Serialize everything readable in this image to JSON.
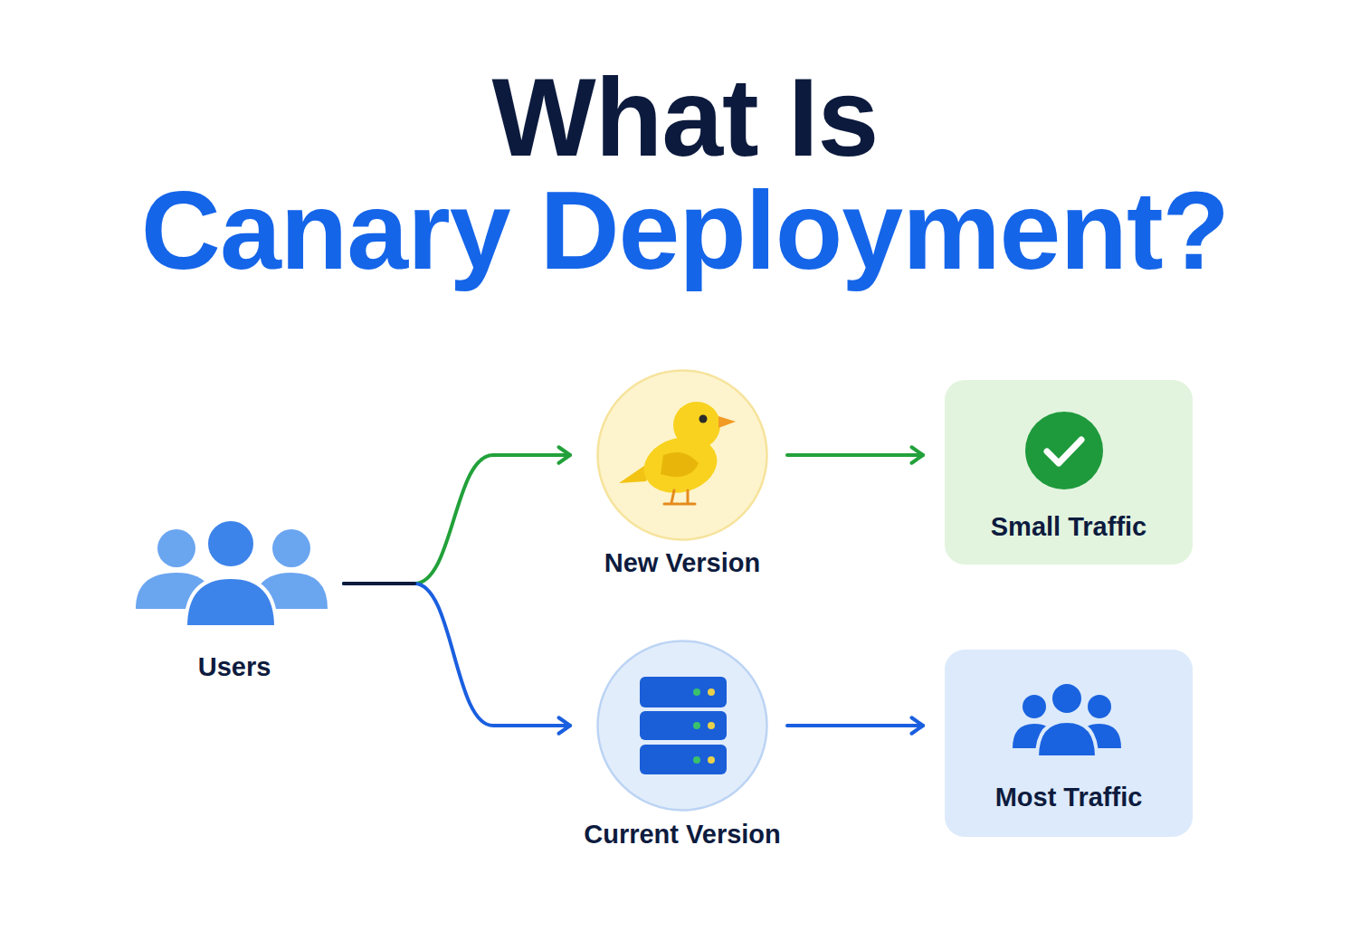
{
  "diagram": {
    "title": "What Is Canary Deployment?",
    "nodes": [
      {
        "text": [
          "Users"
        ]
      },
      {
        "text": [
          "New Version"
        ]
      },
      {
        "text": [
          "Small Traffic"
        ]
      },
      {
        "text": [
          "Current Version"
        ]
      },
      {
        "text": [
          "Most Traffic"
        ]
      }
    ],
    "edges": [
      {
        "from": 0,
        "to": 1,
        "arrow": "to"
      },
      {
        "from": 0,
        "to": 3,
        "arrow": "to"
      },
      {
        "from": 1,
        "to": 2,
        "arrow": "to"
      },
      {
        "from": 3,
        "to": 4,
        "arrow": "to"
      }
    ]
  }
}
